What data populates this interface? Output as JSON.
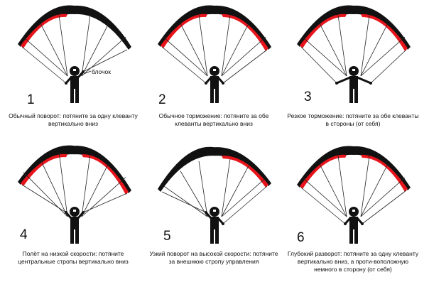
{
  "colors": {
    "canopy": "#111111",
    "accent": "#e8141b",
    "line": "#222222"
  },
  "panels": [
    {
      "number": "1",
      "caption": "Обычный поворот: потяните за одну клеванту вертикально вниз",
      "left_pull": true,
      "right_pull": false,
      "arms_out": false
    },
    {
      "number": "2",
      "caption": "Обычное торможение: потяните за обе клеванты вертикально вниз",
      "left_pull": true,
      "right_pull": true,
      "arms_out": false
    },
    {
      "number": "3",
      "caption": "Резкое торможение: потяните за обе клеванты в стороны (от себя)",
      "left_pull": true,
      "right_pull": true,
      "arms_out": true
    },
    {
      "number": "4",
      "caption": "Полёт на низкой скорости: потяните центральные стропы вертикально вниз",
      "left_pull": false,
      "right_pull": false,
      "arms_out": false
    },
    {
      "number": "5",
      "caption": "Узкий поворот на высокой скорости: потяните за внешнюю стропу управления",
      "left_pull": false,
      "right_pull": true,
      "arms_out": false
    },
    {
      "number": "6",
      "caption": "Глубокий разворот: потяните за одну клеванту вертикально вниз, а проти-воположную немного в сторону (от себя)",
      "left_pull": true,
      "right_pull": true,
      "arms_out": false
    }
  ],
  "pulley_label": "блочок"
}
